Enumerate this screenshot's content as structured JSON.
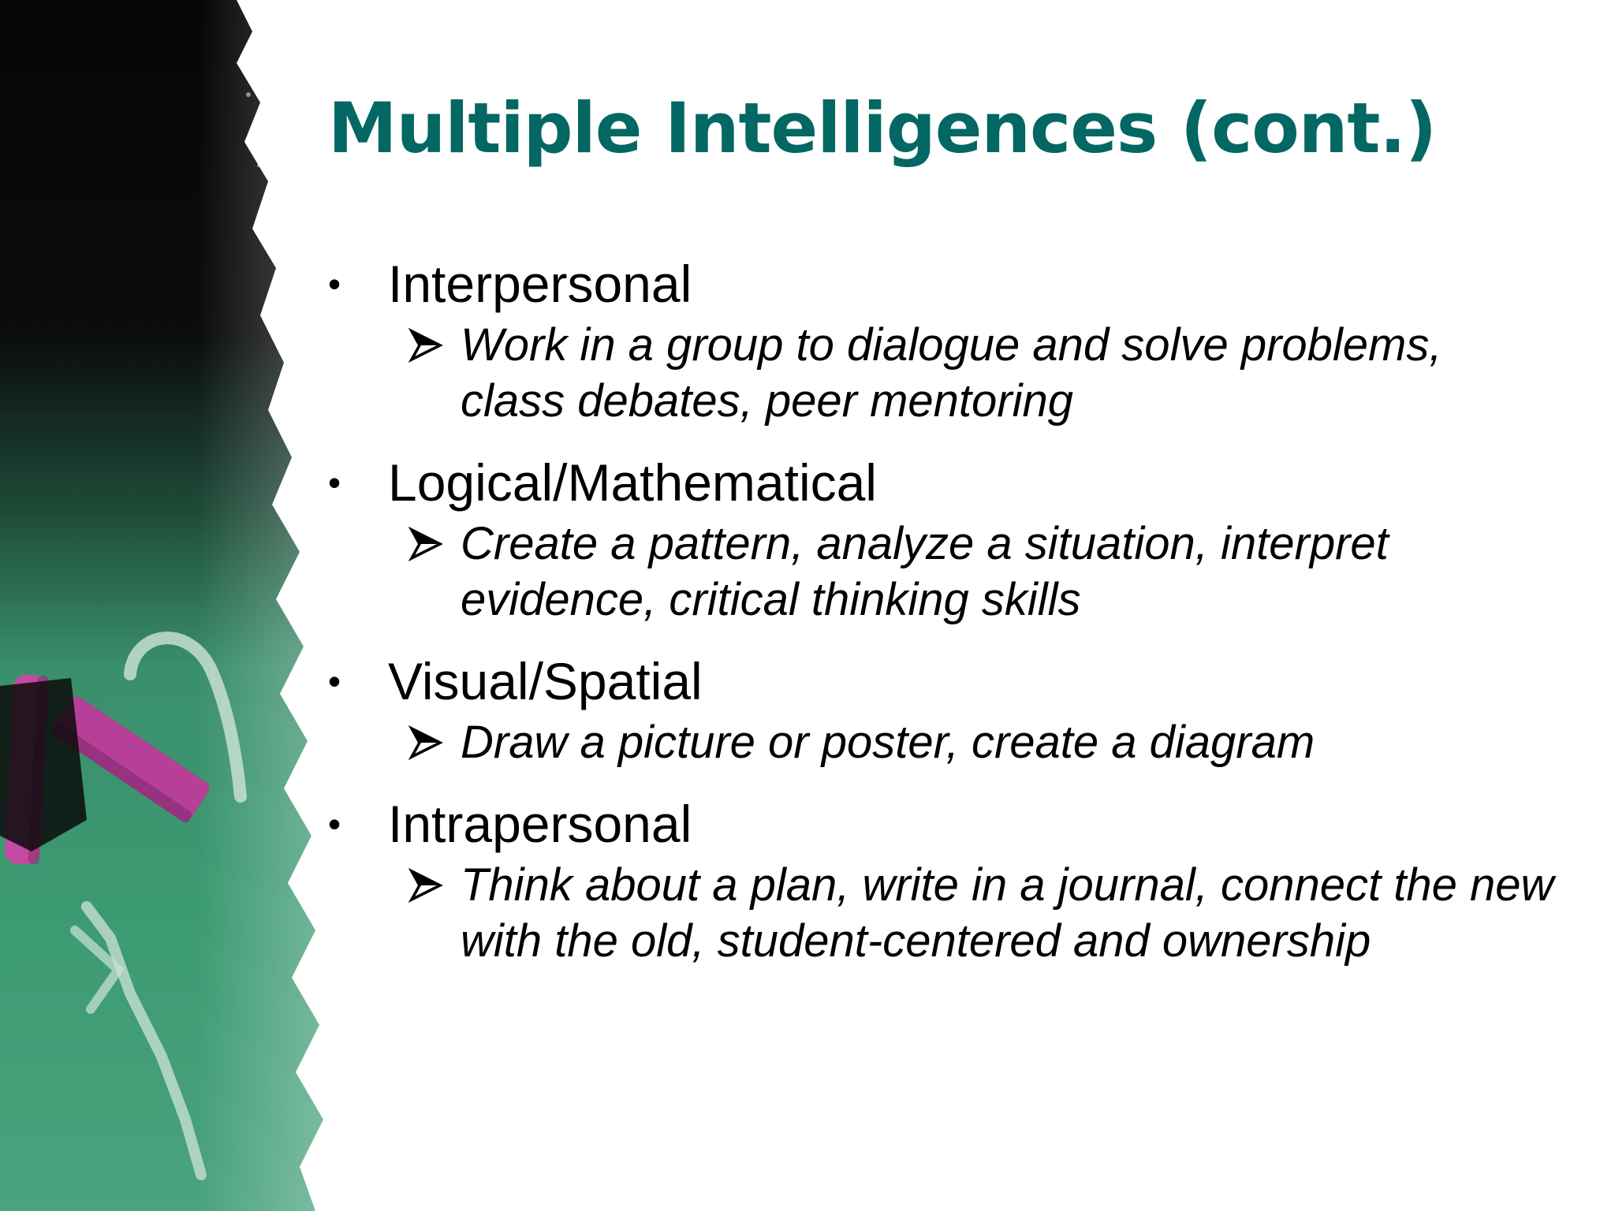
{
  "slide": {
    "title": "Multiple Intelligences (cont.)",
    "accent_color": "#036763",
    "bullets": [
      {
        "label": "Interpersonal",
        "detail": "Work in a group to dialogue and solve problems, class debates, peer mentoring"
      },
      {
        "label": "Logical/Mathematical",
        "detail": "Create a pattern, analyze a situation, interpret evidence, critical thinking skills"
      },
      {
        "label": "Visual/Spatial",
        "detail": "Draw a picture or poster, create a diagram"
      },
      {
        "label": "Intrapersonal",
        "detail": "Think about a plan, write in a journal, connect the new with the old, student-centered and ownership"
      }
    ]
  }
}
